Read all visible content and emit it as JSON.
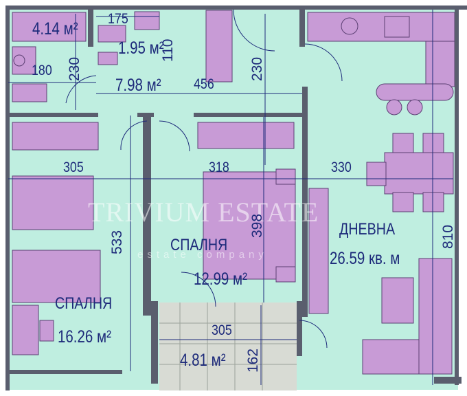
{
  "rooms": {
    "bathroom": {
      "area": "4.14 м²"
    },
    "wc": {
      "area": "1.95 м²"
    },
    "hall": {
      "area": "7.98 м²"
    },
    "bedroom_left": {
      "name": "СПАЛНЯ",
      "area": "16.26 м²"
    },
    "bedroom_middle": {
      "name": "СПАЛНЯ",
      "area": "12.99 м²"
    },
    "living": {
      "name": "ДНЕВНА",
      "area": "26.59 кв. м"
    },
    "terrace": {
      "area": "4.81 м²"
    }
  },
  "dimensions": {
    "bath_w": "175",
    "wc_w": "110",
    "bath_h": "230",
    "bath_lower_w": "180",
    "hall_w": "456",
    "hall_h": "230",
    "bedroom_left_w": "305",
    "bedroom_mid_w": "318",
    "living_w": "330",
    "bedroom_left_h": "533",
    "bedroom_mid_h": "398",
    "living_h": "810",
    "terrace_w": "305",
    "terrace_h": "162"
  },
  "watermark": {
    "brand": "TRIVIUM ESTATE",
    "tagline": "estate company"
  },
  "colors": {
    "floor": "#bfeee0",
    "furniture": "#c89bd6",
    "wall": "#5a5e6e",
    "dimension": "#1d2a7a",
    "terrace_floor": "#d8dbd4"
  }
}
